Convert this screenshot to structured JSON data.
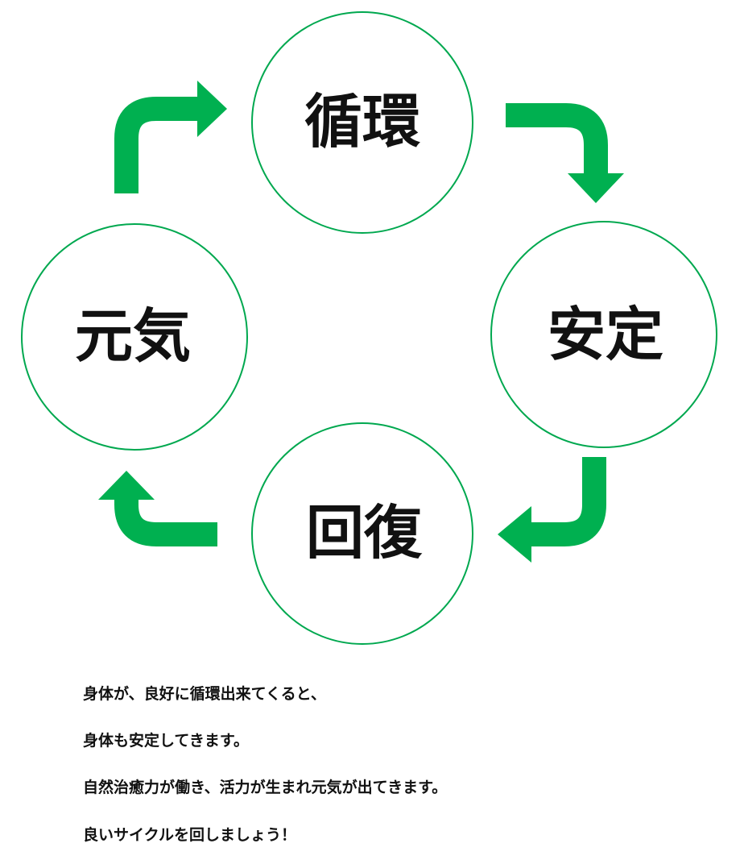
{
  "colors": {
    "arrow": "#00b050",
    "circle_stroke": "#00a84f",
    "text": "#111111"
  },
  "cycle": {
    "nodes": [
      {
        "label": "循環"
      },
      {
        "label": "安定"
      },
      {
        "label": "回復"
      },
      {
        "label": "元気"
      }
    ]
  },
  "description": {
    "lines": [
      "身体が、良好に循環出来てくると、",
      "身体も安定してきます。",
      "自然治癒力が働き、活力が生まれ元気が出てきます。",
      "良いサイクルを回しましょう！"
    ]
  }
}
